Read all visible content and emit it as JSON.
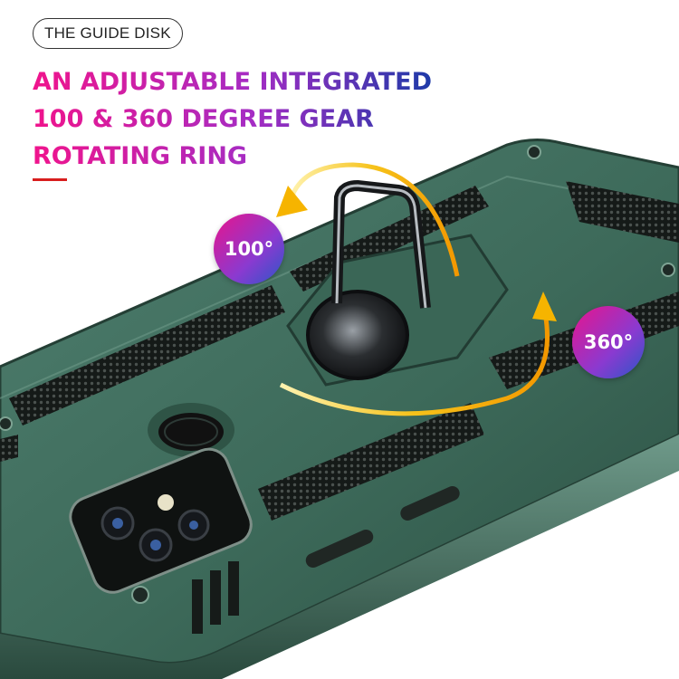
{
  "badge": {
    "label": "THE GUIDE DISK"
  },
  "headline": {
    "lines": [
      "AN ADJUSTABLE INTEGRATED",
      "100 & 360 DEGREE GEAR",
      "ROTATING RING"
    ]
  },
  "rotation_labels": {
    "small": "100°",
    "full": "360°"
  },
  "colors": {
    "headline_gradient_start": "#f0148c",
    "headline_gradient_end": "#1e3aa8",
    "accent_line": "#d81e1e",
    "bubble_gradient_start": "#e8148c",
    "bubble_gradient_end": "#2b56c8",
    "case_green": "#3f6b5b",
    "arrow_yellow": "#f6b400"
  },
  "icons": [
    "rotation-arrow-icon",
    "ring-holder-icon",
    "camera-icon",
    "fingerprint-icon"
  ]
}
